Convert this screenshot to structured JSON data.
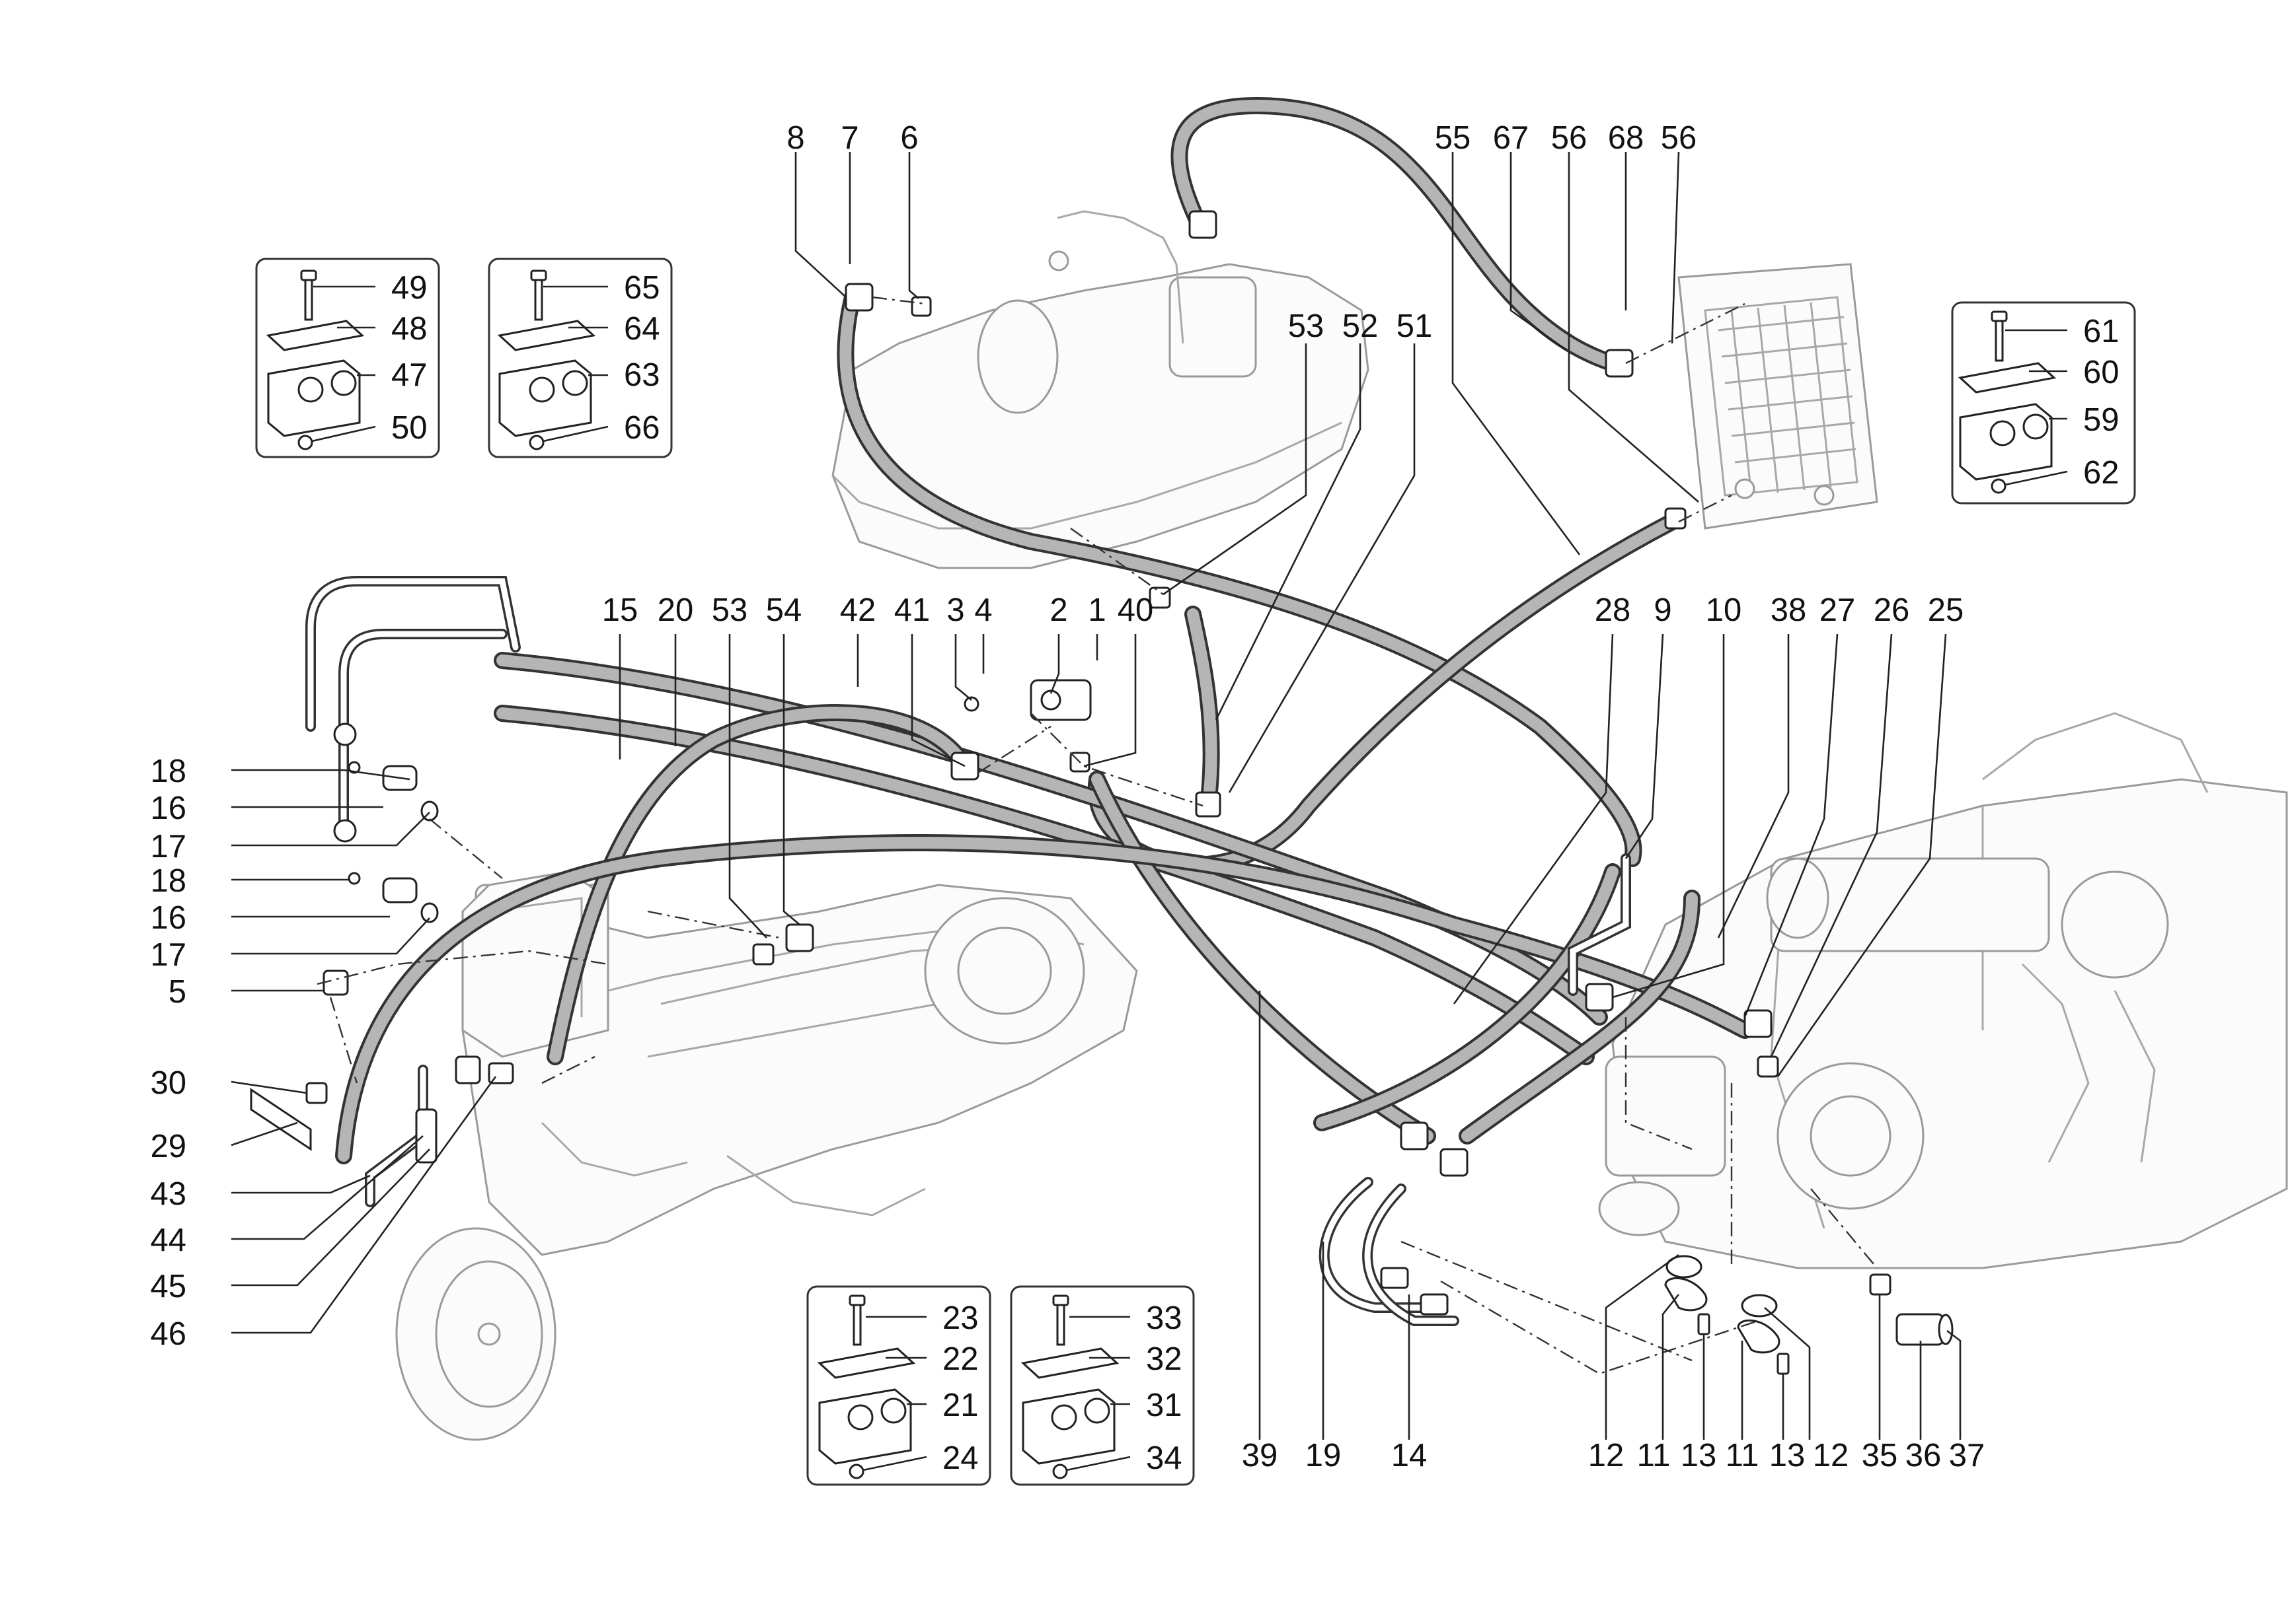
{
  "labels": {
    "l8": "8",
    "l7": "7",
    "l6": "6",
    "l55": "55",
    "l67": "67",
    "l56a": "56",
    "l68": "68",
    "l56b": "56",
    "l53top": "53",
    "l52": "52",
    "l51": "51",
    "l49": "49",
    "l48": "48",
    "l47": "47",
    "l50": "50",
    "l65": "65",
    "l64": "64",
    "l63": "63",
    "l66": "66",
    "l61": "61",
    "l60": "60",
    "l59": "59",
    "l62": "62",
    "l15": "15",
    "l20": "20",
    "l53mid": "53",
    "l54": "54",
    "l42": "42",
    "l41": "41",
    "l3": "3",
    "l4": "4",
    "l2": "2",
    "l1": "1",
    "l40": "40",
    "l28": "28",
    "l9": "9",
    "l10": "10",
    "l38": "38",
    "l27": "27",
    "l26": "26",
    "l25": "25",
    "l18a": "18",
    "l16a": "16",
    "l17a": "17",
    "l18b": "18",
    "l16b": "16",
    "l17b": "17",
    "l5": "5",
    "l30": "30",
    "l29": "29",
    "l43": "43",
    "l44": "44",
    "l45": "45",
    "l46": "46",
    "l23": "23",
    "l22": "22",
    "l21": "21",
    "l24": "24",
    "l33": "33",
    "l32": "32",
    "l31": "31",
    "l34": "34",
    "l39": "39",
    "l19": "19",
    "l14": "14",
    "l12a": "12",
    "l11a": "11",
    "l13a": "13",
    "l11b": "11",
    "l13b": "13",
    "l12b": "12",
    "l35": "35",
    "l36": "36",
    "l37": "37"
  }
}
